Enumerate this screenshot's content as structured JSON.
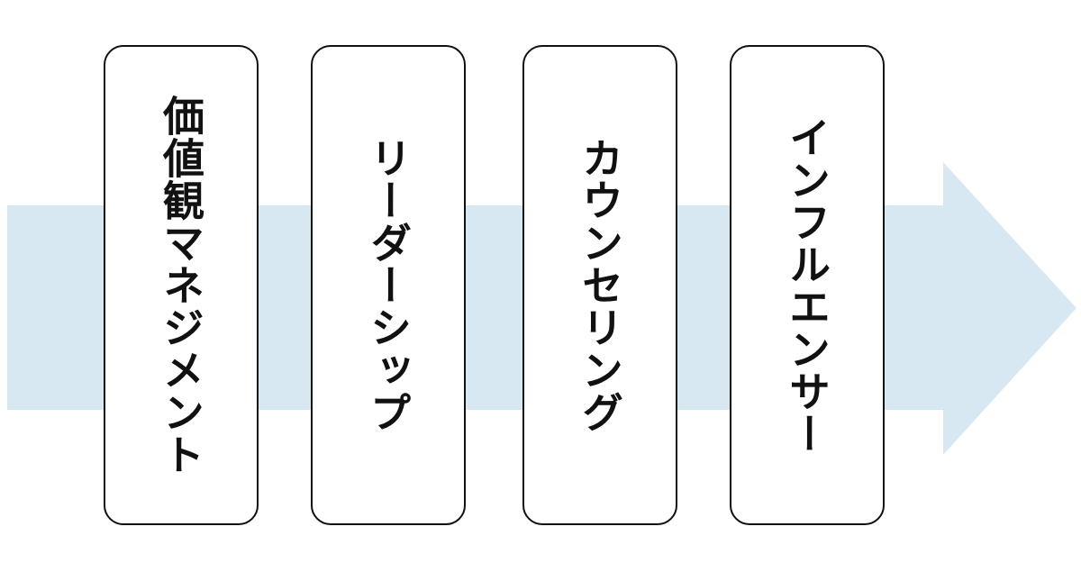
{
  "colors": {
    "arrow": "#d8e8f2",
    "box_border": "#111111",
    "text": "#111111"
  },
  "steps": [
    {
      "label": "価値観マネジメント"
    },
    {
      "label": "リーダーシップ"
    },
    {
      "label": "カウンセリング"
    },
    {
      "label": "インフルエンサー"
    }
  ]
}
